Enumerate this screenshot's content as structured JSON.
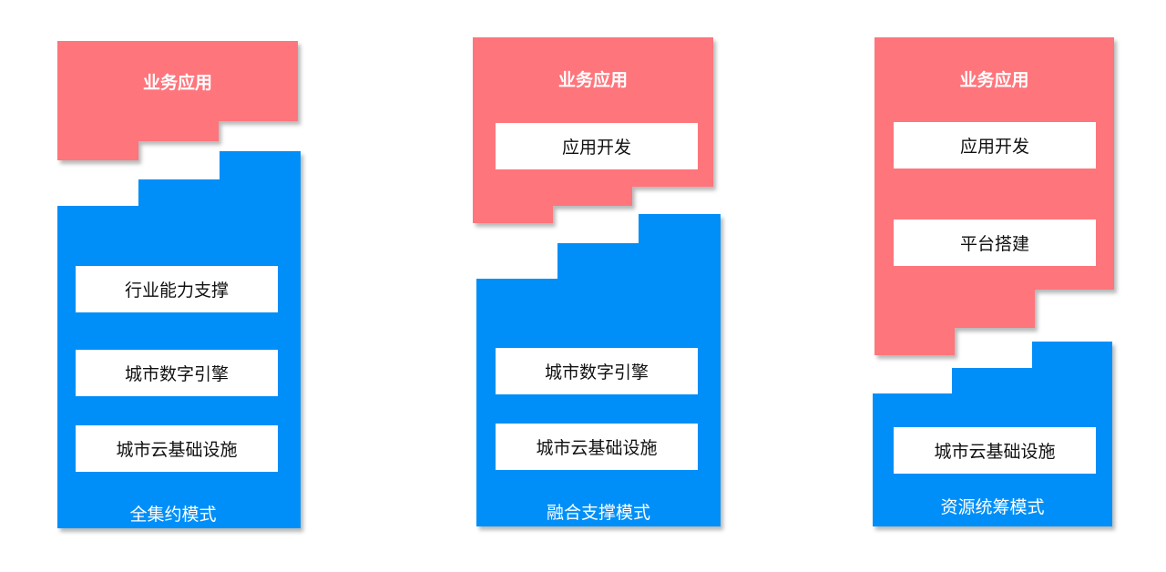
{
  "colors": {
    "app_layer": "#ff757b",
    "platform_layer": "#008ff8",
    "box": "#ffffff"
  },
  "columns": [
    {
      "top_label": "业务应用",
      "top_boxes": [],
      "bottom_boxes": [
        "行业能力支撑",
        "城市数字引擎",
        "城市云基础设施"
      ],
      "mode_label": "全集约模式"
    },
    {
      "top_label": "业务应用",
      "top_boxes": [
        "应用开发"
      ],
      "bottom_boxes": [
        "城市数字引擎",
        "城市云基础设施"
      ],
      "mode_label": "融合支撑模式"
    },
    {
      "top_label": "业务应用",
      "top_boxes": [
        "应用开发",
        "平台搭建"
      ],
      "bottom_boxes": [
        "城市云基础设施"
      ],
      "mode_label": "资源统筹模式"
    }
  ]
}
